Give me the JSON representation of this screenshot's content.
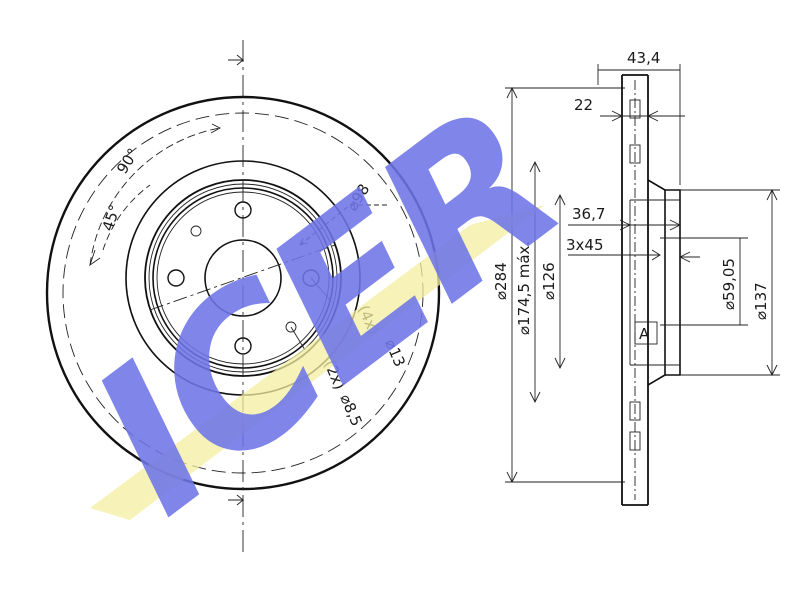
{
  "brand": {
    "logo_text": "ICER",
    "logo_color": "#6d74e6",
    "accent_color": "#f3eea0"
  },
  "front_view": {
    "angle_90": "90°",
    "angle_45": "45°",
    "pcd": "⌀98",
    "bolt_holes_count": "(4x)",
    "bolt_hole_dia": "⌀13",
    "pin_holes_count": "(2x)",
    "pin_hole_dia": "⌀8,5"
  },
  "side_view": {
    "overall_thickness": "43,4",
    "disc_thickness": "22",
    "hat_depth": "36,7",
    "chamfer": "3x45",
    "outer_dia": "⌀284",
    "max_dia": "⌀174,5 máx.",
    "hat_dia": "⌀126",
    "center_bore": "⌀59,05",
    "hub_dia": "⌀137",
    "datum_label": "A"
  }
}
